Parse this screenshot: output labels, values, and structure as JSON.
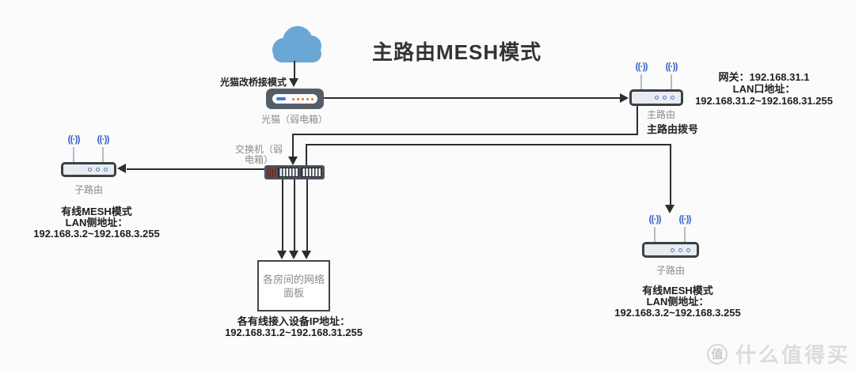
{
  "title": "主路由MESH模式",
  "icons": {
    "wifi_glyph": "((·))"
  },
  "modem": {
    "mode_label": "光猫改桥接模式",
    "name_label": "光猫（弱电箱）"
  },
  "main_router": {
    "name_label": "主路由",
    "dial_label": "主路由拨号",
    "info_lines": [
      "网关：192.168.31.1",
      "LAN口地址：",
      "192.168.31.2~192.168.31.255"
    ]
  },
  "switch": {
    "label_lines": [
      "交换机（弱",
      "电箱）"
    ]
  },
  "left_router": {
    "name_label": "子路由",
    "info_lines": [
      "有线MESH模式",
      "LAN侧地址：",
      "192.168.3.2~192.168.3.255"
    ]
  },
  "right_router": {
    "name_label": "子路由",
    "info_lines": [
      "有线MESH模式",
      "LAN侧地址：",
      "192.168.3.2~192.168.3.255"
    ]
  },
  "panel_box": {
    "label_lines": [
      "各房间的网络",
      "面板"
    ],
    "info_lines": [
      "各有线接入设备IP地址：",
      "192.168.31.2~192.168.31.255"
    ]
  },
  "watermark": {
    "badge": "值",
    "text": "什么值得买"
  },
  "colors": {
    "line": "#2d2d2d",
    "device_border": "#3a4047",
    "device_fill": "#e8ecf0",
    "cloud_blue": "#6ba7d4",
    "wifi_blue": "#3966ce",
    "modem_orange": "#e2702a",
    "modem_blue": "#3c7dd1",
    "label_gray": "#8a8a8a",
    "text_dark": "#1e1e1e"
  }
}
